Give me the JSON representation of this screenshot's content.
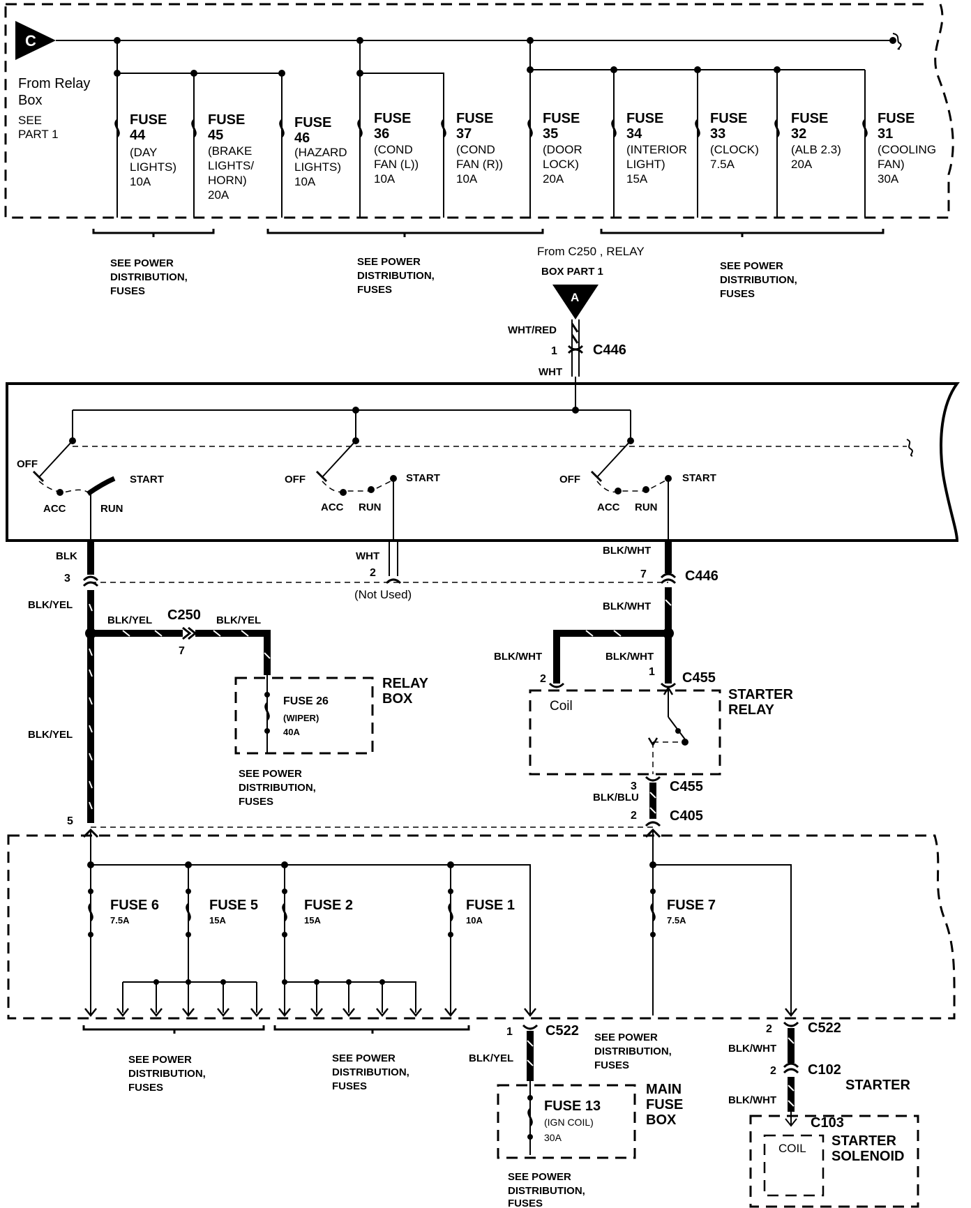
{
  "source_c": {
    "letter": "C",
    "label_line1": "From Relay",
    "label_line2": "Box",
    "see_line1": "SEE",
    "see_line2": "PART 1"
  },
  "top_fuses": [
    {
      "word": "FUSE",
      "num": "44",
      "d1": "(DAY",
      "d2": "LIGHTS)",
      "d3": "",
      "amp": "10A"
    },
    {
      "word": "FUSE",
      "num": "45",
      "d1": "(BRAKE",
      "d2": "LIGHTS/",
      "d3": "HORN)",
      "amp": "20A"
    },
    {
      "word": "FUSE",
      "num": "46",
      "d1": "(HAZARD",
      "d2": "LIGHTS)",
      "d3": "",
      "amp": "10A"
    },
    {
      "word": "FUSE",
      "num": "36",
      "d1": "(COND",
      "d2": "FAN (L))",
      "d3": "",
      "amp": "10A"
    },
    {
      "word": "FUSE",
      "num": "37",
      "d1": "(COND",
      "d2": "FAN (R))",
      "d3": "",
      "amp": "10A"
    },
    {
      "word": "FUSE",
      "num": "35",
      "d1": "(DOOR",
      "d2": "LOCK)",
      "d3": "",
      "amp": "20A"
    },
    {
      "word": "FUSE",
      "num": "34",
      "d1": "(INTERIOR",
      "d2": "LIGHT)",
      "d3": "",
      "amp": "15A"
    },
    {
      "word": "FUSE",
      "num": "33",
      "d1": "(CLOCK)",
      "d2": "7.5A",
      "d3": "",
      "amp": ""
    },
    {
      "word": "FUSE",
      "num": "32",
      "d1": "(ALB 2.3)",
      "d2": "20A",
      "d3": "",
      "amp": ""
    },
    {
      "word": "FUSE",
      "num": "31",
      "d1": "(COOLING",
      "d2": "FAN)",
      "d3": "",
      "amp": "30A"
    }
  ],
  "see_power": {
    "l1": "SEE POWER",
    "l2": "DISTRIBUTION,",
    "l3": "FUSES"
  },
  "from_c250": {
    "l1": "From C250 , RELAY",
    "l2": "BOX PART 1",
    "letter": "A"
  },
  "wires": {
    "wht_red": "WHT/RED",
    "wht": "WHT",
    "blk": "BLK",
    "blk_yel": "BLK/YEL",
    "blk_wht": "BLK/WHT",
    "blk_blu": "BLK/BLU"
  },
  "connectors": {
    "c446": "C446",
    "c250": "C250",
    "c455": "C455",
    "c405": "C405",
    "c522": "C522",
    "c102": "C102",
    "c103": "C103"
  },
  "pins": {
    "p1": "1",
    "p2": "2",
    "p3": "3",
    "p5": "5",
    "p7": "7"
  },
  "switch": {
    "off": "OFF",
    "acc": "ACC",
    "run": "RUN",
    "start": "START",
    "not_used": "(Not  Used)"
  },
  "fuse26": {
    "name": "FUSE 26",
    "desc": "(WIPER)",
    "amp": "40A",
    "box1": "RELAY",
    "box2": "BOX"
  },
  "starter_relay": {
    "coil": "Coil",
    "l1": "STARTER",
    "l2": "RELAY"
  },
  "bottom_fuses": [
    {
      "name": "FUSE 6",
      "amp": "7.5A"
    },
    {
      "name": "FUSE 5",
      "amp": "15A"
    },
    {
      "name": "FUSE 2",
      "amp": "15A"
    },
    {
      "name": "FUSE 1",
      "amp": "10A"
    },
    {
      "name": "FUSE 7",
      "amp": "7.5A"
    }
  ],
  "fuse13": {
    "name": "FUSE 13",
    "desc": "(IGN COIL)",
    "amp": "30A",
    "box1": "MAIN",
    "box2": "FUSE",
    "box3": "BOX"
  },
  "starter": {
    "label": "STARTER",
    "coil": "COIL",
    "sol1": "STARTER",
    "sol2": "SOLENOID"
  }
}
